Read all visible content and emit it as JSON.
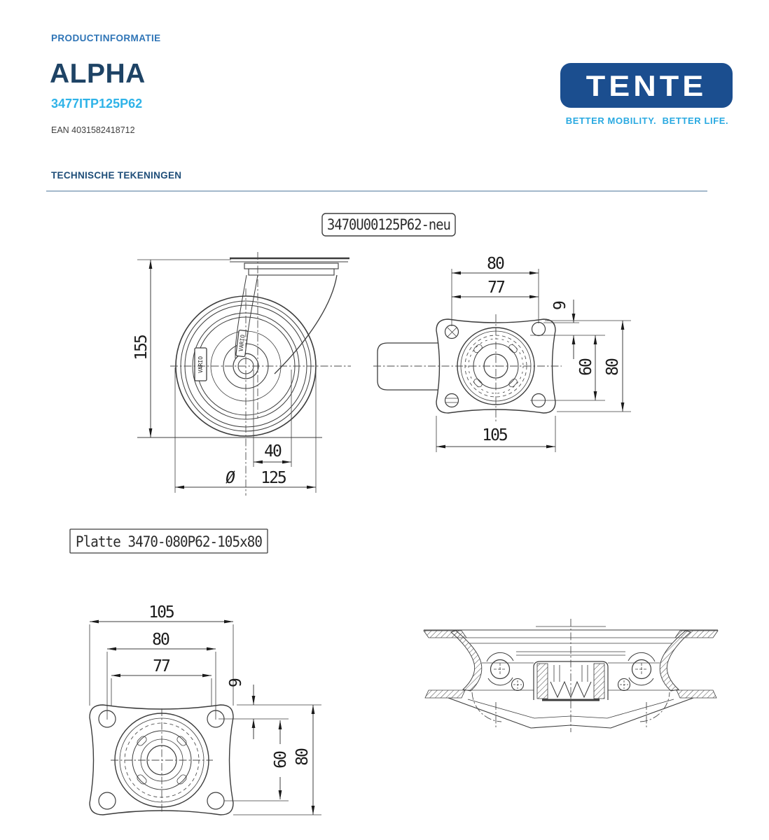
{
  "header": {
    "kicker": "PRODUCTINFORMATIE",
    "product_title": "ALPHA",
    "sku": "3477ITP125P62",
    "ean": "EAN 4031582418712"
  },
  "logo": {
    "name": "TENTE",
    "tagline": "BETTER MOBILITY.  BETTER LIFE."
  },
  "section": {
    "title": "TECHNISCHE TEKENINGEN"
  },
  "drawings": {
    "top_label": "3470U00125P62-neu",
    "plate_label": "Platte 3470-080P62-105x80",
    "wheel_brand": "VARIO",
    "side_view": {
      "overall_height": "155",
      "hub_width": "40",
      "diameter_symbol": "Ø",
      "wheel_diameter": "125"
    },
    "bottom_view": {
      "hole_spacing_top": "80",
      "hole_spacing_inner": "77",
      "edge_offset": "9",
      "hole_spacing_vert": "60",
      "plate_width": "80",
      "plate_length": "105"
    },
    "plate_view": {
      "plate_length": "105",
      "hole_spacing": "80",
      "hole_spacing_inner": "77",
      "edge_offset": "9",
      "hole_spacing_vert": "60",
      "plate_width": "80"
    }
  },
  "colors": {
    "brand_blue": "#1B4E8F",
    "accent_cyan": "#29A9E1",
    "kicker_blue": "#2E74B6",
    "title_navy": "#1E4365",
    "section_blue": "#1F4E79",
    "rule_gray": "#A3B8CB",
    "line_gray": "#3C3C3C"
  }
}
